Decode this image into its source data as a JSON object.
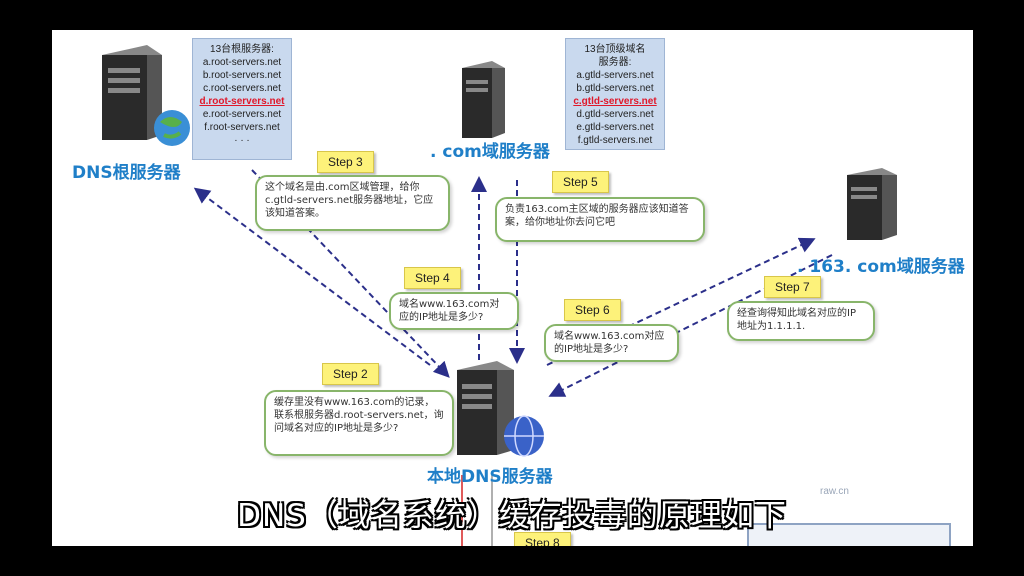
{
  "servers": {
    "root": {
      "label": "DNS根服务器"
    },
    "com": {
      "label": ". com域服务器"
    },
    "n163": {
      "label": ". 163. com域服务器"
    },
    "local": {
      "label": "本地DNS服务器"
    }
  },
  "root_list": {
    "title": "13台根服务器:",
    "items": [
      "a.root-servers.net",
      "b.root-servers.net",
      "c.root-servers.net",
      "d.root-servers.net",
      "e.root-servers.net",
      "f.root-servers.net"
    ],
    "highlight": "d.root-servers.net",
    "ellipsis": "· · ·"
  },
  "gtld_list": {
    "title_line1": "13台顶级域名",
    "title_line2": "服务器:",
    "items": [
      "a.gtld-servers.net",
      "b.gtld-servers.net",
      "c.gtld-servers.net",
      "d.gtld-servers.net",
      "e.gtld-servers.net",
      "f.gtld-servers.net"
    ],
    "highlight": "c.gtld-servers.net"
  },
  "steps": {
    "s2": "Step 2",
    "s3": "Step 3",
    "s4": "Step 4",
    "s5": "Step 5",
    "s6": "Step 6",
    "s7": "Step 7",
    "s8": "Step 8"
  },
  "bubbles": {
    "b2": "缓存里没有www.163.com的记录，联系根服务器d.root-servers.net，询问域名对应的IP地址是多少?",
    "b3": "这个域名是由.com区域管理，给你c.gtld-servers.net服务器地址，它应该知道答案。",
    "b4": "域名www.163.com对应的IP地址是多少?",
    "b5": "负责163.com主区域的服务器应该知道答案，给你地址你去问它吧",
    "b6": "域名www.163.com对应的IP地址是多少?",
    "b7": "经查询得知此域名对应的IP地址为1.1.1.1."
  },
  "faint_text": "raw.cn",
  "subtitle": "DNS（域名系统）缓存投毒的原理如下",
  "colors": {
    "server_label": "#1f7fc8",
    "step_tag": "#fdf27a",
    "bubble_border": "#88b56a",
    "arrow": "#2b2f8a",
    "highlight": "#e0182a"
  }
}
